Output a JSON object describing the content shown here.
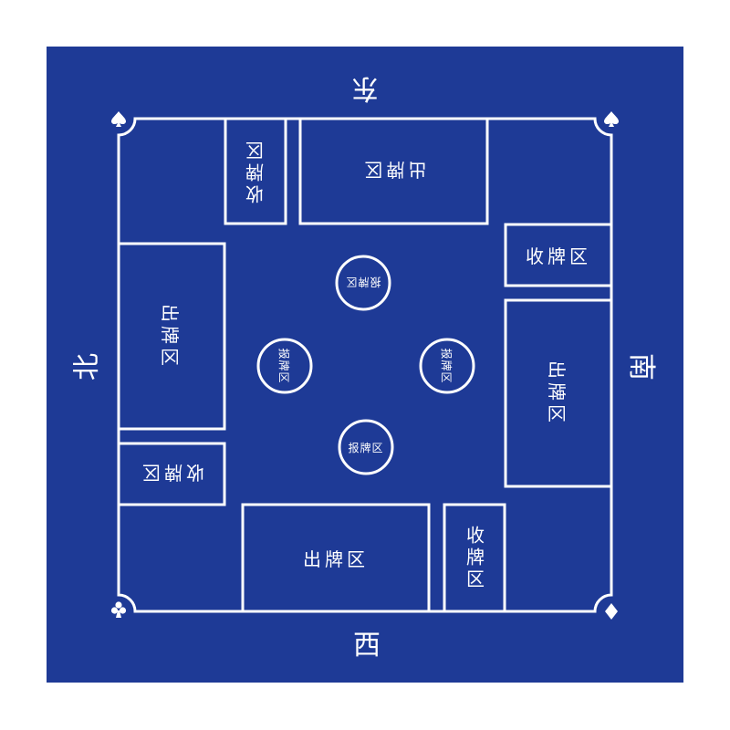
{
  "colors": {
    "mat": "#1e3a96",
    "line": "#ffffff"
  },
  "directions": {
    "east": "东",
    "west": "西",
    "south": "南",
    "north": "北"
  },
  "zones": {
    "play": "出牌区",
    "collect": "收牌区",
    "declare": "报牌区"
  },
  "corner_icons": [
    "spade-icon",
    "spade-icon",
    "club-icon",
    "diamond-icon"
  ]
}
